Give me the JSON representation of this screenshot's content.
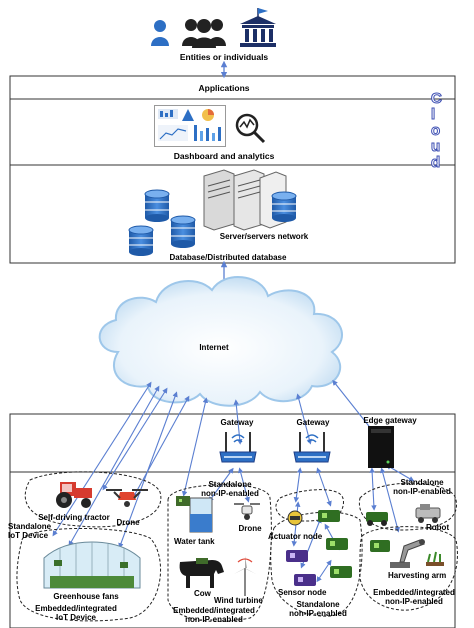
{
  "top": {
    "entities_label": "Entities or individuals"
  },
  "cloud": {
    "side_label_letters": [
      "C",
      "l",
      "o",
      "u",
      "d"
    ],
    "applications_label": "Applications",
    "dashboard_label": "Dashboard and analytics",
    "servers_label": "Server/servers network",
    "database_label": "Database/Distributed database"
  },
  "internet_label": "Internet",
  "gateways": {
    "gateway1": "Gateway",
    "gateway2": "Gateway",
    "edge": "Edge gateway"
  },
  "devices": {
    "tractor": "Self-driving tractor",
    "standalone_iot": "Standalone\nIoT Device",
    "drone_left": "Drone",
    "greenhouse": "Greenhouse fans",
    "embedded_iot": "Embedded/integrated\nIoT Device",
    "standalone_non_ip_1": "Standalone\nnon-IP-enabled",
    "drone_mid": "Drone",
    "water_tank": "Water tank",
    "cow": "Cow",
    "wind_turbine": "Wind turbine",
    "embedded_non_ip_1": "Embedded/integrated\nnon-IP-enabled",
    "actuator": "Actuator node",
    "sensor": "Sensor node",
    "standalone_non_ip_2": "Standalone\nnon-IP-enabled",
    "standalone_non_ip_3": "Standalone\nnon-IP-enabled",
    "robot": "Robot",
    "harvesting_arm": "Harvesting arm",
    "embedded_non_ip_2": "Embedded/integrated\nnon-IP-enabled"
  },
  "colors": {
    "line": "#5b7fd1",
    "cloud_text": "#3d4fb3",
    "db_blue": "#2d6fc4",
    "cloud_fill": "#eef6fc",
    "cloud_edge": "#9ec7ea"
  }
}
